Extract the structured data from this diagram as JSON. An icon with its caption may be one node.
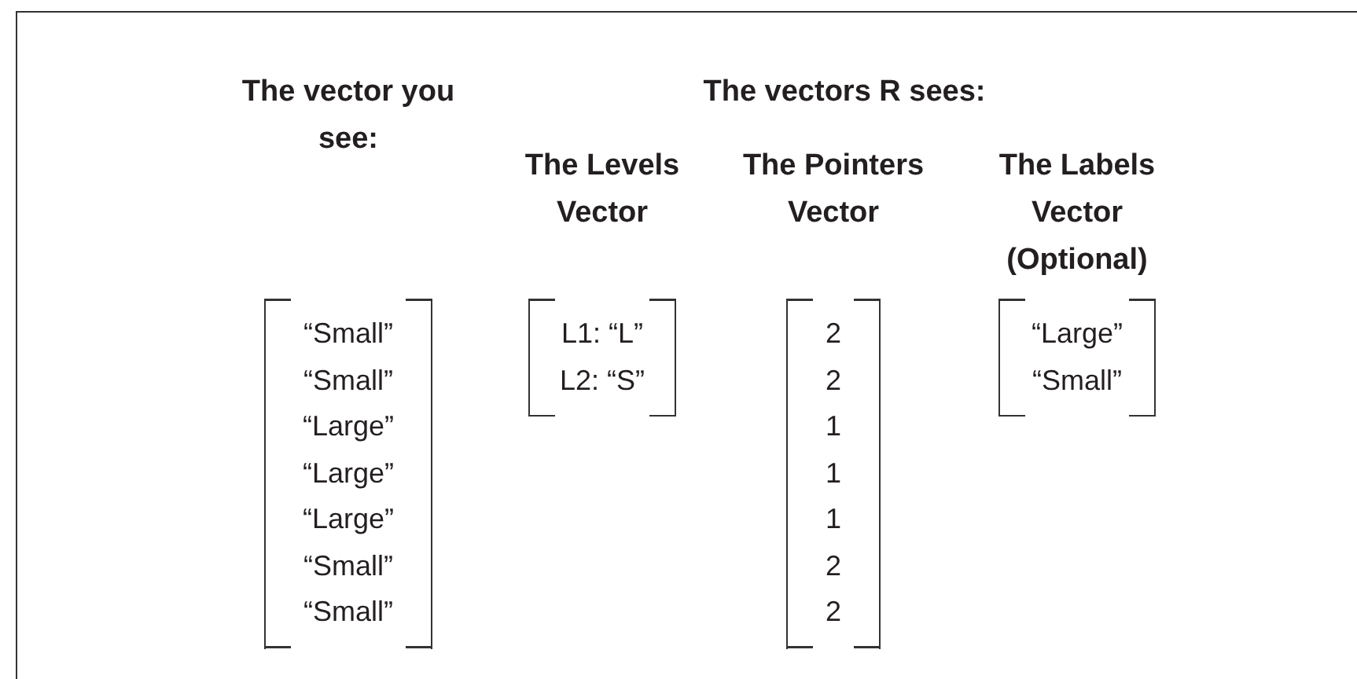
{
  "diagram": {
    "title": "The vectors R sees:",
    "nodes": [
      {
        "text": [
          "The vector you see:",
          "“Small”",
          "“Small”",
          "“Large”",
          "“Large”",
          "“Large”",
          "“Small”",
          "“Small”"
        ]
      },
      {
        "text": [
          "The Levels Vector",
          "L1: “L”",
          "L2: “S”"
        ]
      },
      {
        "text": [
          "The Pointers Vector",
          "2",
          "2",
          "1",
          "1",
          "1",
          "2",
          "2"
        ]
      },
      {
        "text": [
          "The Labels Vector (Optional)",
          "“Large”",
          "“Small”"
        ]
      }
    ]
  }
}
